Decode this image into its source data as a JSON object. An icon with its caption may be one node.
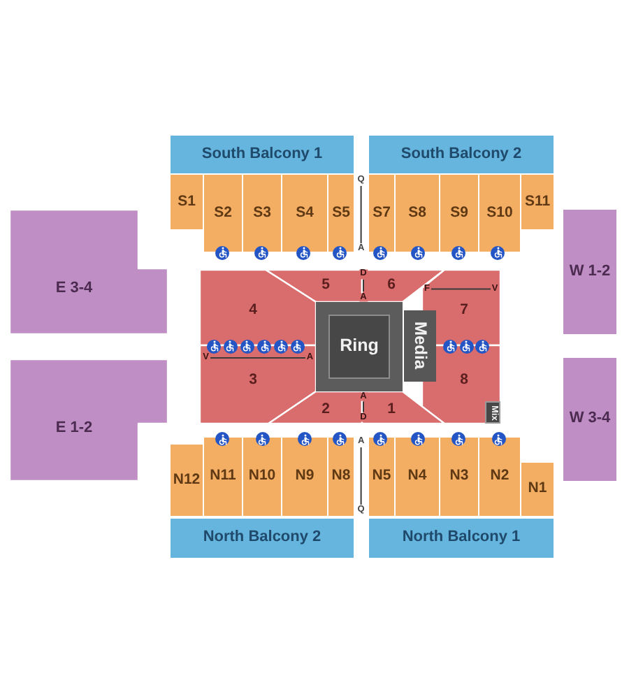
{
  "diagram": {
    "nodes": [
      {
        "text": [
          "South Balcony 1"
        ]
      },
      {
        "text": [
          "South Balcony 2"
        ]
      },
      {
        "text": [
          "S1"
        ]
      },
      {
        "text": [
          "S2"
        ]
      },
      {
        "text": [
          "S3"
        ]
      },
      {
        "text": [
          "S4"
        ]
      },
      {
        "text": [
          "S5"
        ]
      },
      {
        "text": [
          "S7"
        ]
      },
      {
        "text": [
          "S8"
        ]
      },
      {
        "text": [
          "S9"
        ]
      },
      {
        "text": [
          "S10"
        ]
      },
      {
        "text": [
          "S11"
        ]
      },
      {
        "text": [
          "E 3-4"
        ]
      },
      {
        "text": [
          "W 1-2"
        ]
      },
      {
        "text": [
          "5"
        ]
      },
      {
        "text": [
          "6"
        ]
      },
      {
        "text": [
          "4"
        ]
      },
      {
        "text": [
          "Ring"
        ]
      },
      {
        "text": [
          "Media"
        ]
      },
      {
        "text": [
          "7"
        ]
      },
      {
        "text": [
          "3"
        ]
      },
      {
        "text": [
          "8"
        ]
      },
      {
        "text": [
          "2"
        ]
      },
      {
        "text": [
          "1"
        ]
      },
      {
        "text": [
          "Mix"
        ],
        "in": 21
      },
      {
        "text": [
          "E 1-2"
        ]
      },
      {
        "text": [
          "W 3-4"
        ]
      },
      {
        "text": [
          "N12"
        ]
      },
      {
        "text": [
          "N11"
        ]
      },
      {
        "text": [
          "N10"
        ]
      },
      {
        "text": [
          "N9"
        ]
      },
      {
        "text": [
          "N8"
        ]
      },
      {
        "text": [
          "N5"
        ]
      },
      {
        "text": [
          "N4"
        ]
      },
      {
        "text": [
          "N3"
        ]
      },
      {
        "text": [
          "N2"
        ]
      },
      {
        "text": [
          "N1"
        ]
      },
      {
        "text": [
          "North Balcony 2"
        ]
      },
      {
        "text": [
          "North Balcony 1"
        ]
      }
    ],
    "labels": [
      "Q",
      "A",
      "D",
      "F",
      "V",
      "A",
      "V",
      "A",
      "A",
      "D",
      "A",
      "Q"
    ]
  }
}
